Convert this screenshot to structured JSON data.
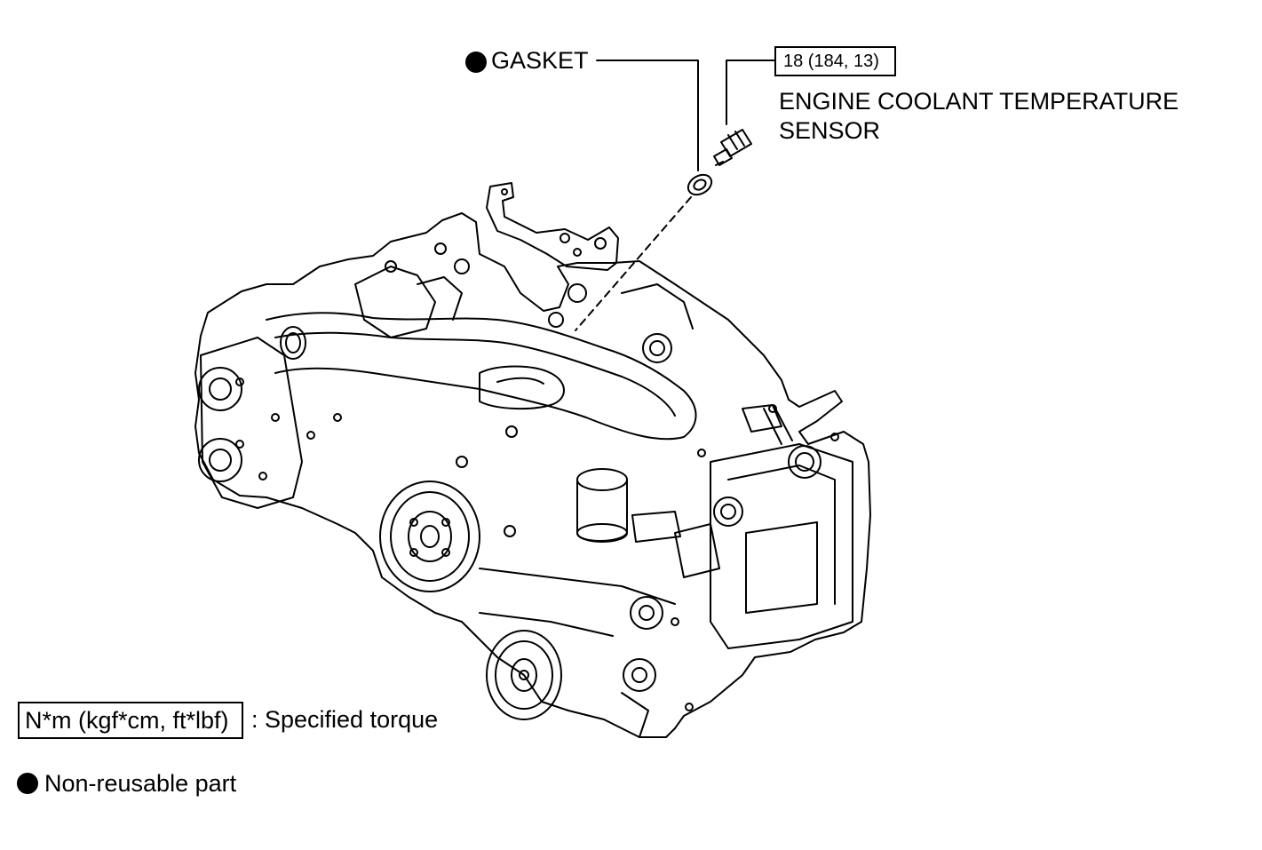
{
  "callouts": {
    "gasket_label": "GASKET",
    "torque_value": "18 (184, 13)",
    "sensor_label_line1": "ENGINE COOLANT TEMPERATURE",
    "sensor_label_line2": "SENSOR"
  },
  "legend": {
    "torque_unit_box": "N*m (kgf*cm, ft*lbf)",
    "torque_desc": ": Specified torque",
    "non_reusable_desc": "Non-reusable part"
  },
  "icons": {
    "non_reusable_marker": "filled-circle"
  },
  "colors": {
    "line": "#000000",
    "background": "#ffffff"
  }
}
